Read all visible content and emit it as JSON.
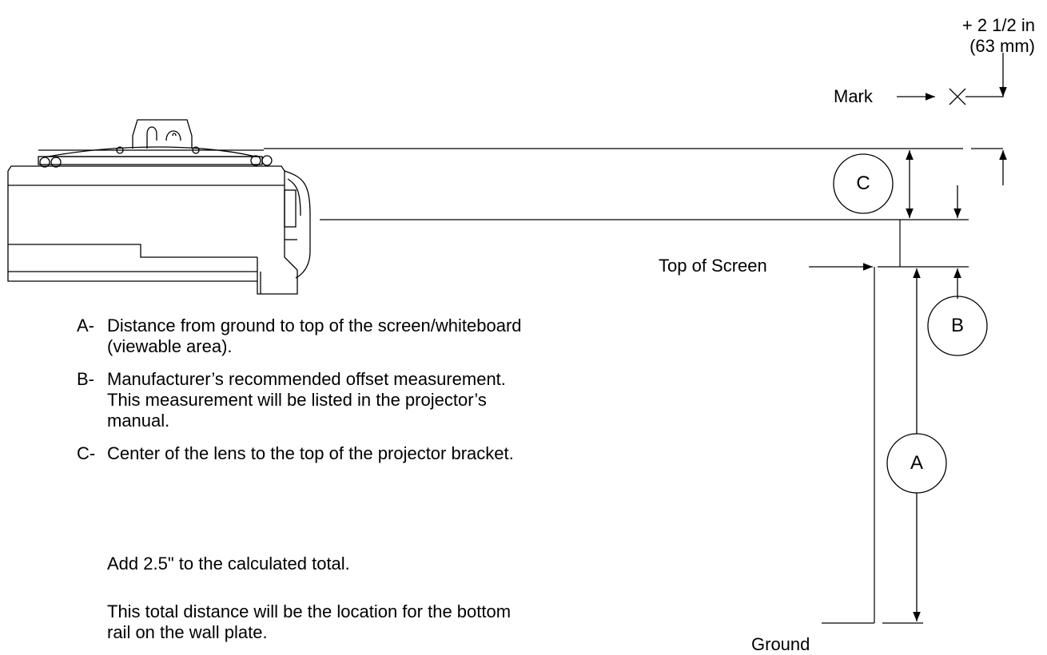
{
  "offset": {
    "line1": "+ 2 1/2 in",
    "line2": "(63 mm)"
  },
  "labels": {
    "mark": "Mark",
    "top_of_screen": "Top of Screen",
    "ground": "Ground"
  },
  "dimensions": {
    "a": "A",
    "b": "B",
    "c": "C"
  },
  "legend": [
    {
      "key": "A-",
      "text": "Distance from ground to top of the screen/whiteboard\n(viewable area)."
    },
    {
      "key": "B-",
      "text": "Manufacturer’s recommended offset measurement.\nThis measurement will be listed in the projector’s\nmanual."
    },
    {
      "key": "C-",
      "text": "Center of the lens to the top of the projector bracket."
    }
  ],
  "notes": {
    "add_total": "Add 2.5\" to the calculated total.",
    "total_distance": "This total distance will be the location for the bottom\nrail on the wall plate."
  }
}
